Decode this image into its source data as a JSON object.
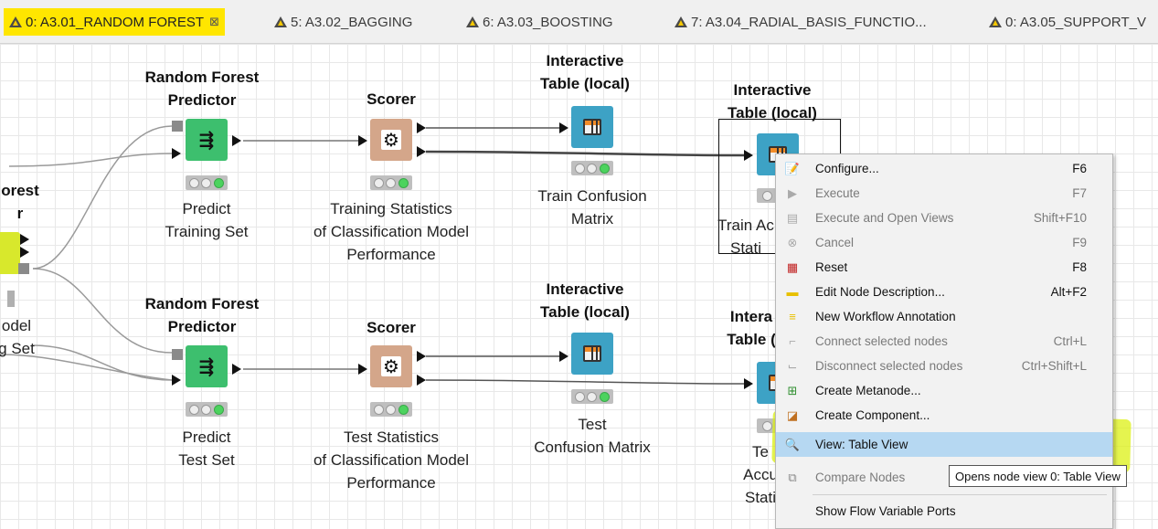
{
  "tabs": [
    {
      "label": "0: A3.01_RANDOM FOREST",
      "close": "⊠",
      "active": true
    },
    {
      "label": "5: A3.02_BAGGING"
    },
    {
      "label": "6: A3.03_BOOSTING"
    },
    {
      "label": "7: A3.04_RADIAL_BASIS_FUNCTIO..."
    },
    {
      "label": "0: A3.05_SUPPORT_V"
    }
  ],
  "nodes": {
    "learner": {
      "title1": "orest",
      "title2": "r",
      "desc1": "odel",
      "desc2": "g Set"
    },
    "predictor_top": {
      "title1": "Random Forest",
      "title2": "Predictor",
      "desc1": "Predict",
      "desc2": "Training Set"
    },
    "scorer_top": {
      "title": "Scorer",
      "desc1": "Training Statistics",
      "desc2": "of Classification Model",
      "desc3": "Performance"
    },
    "table_top": {
      "title1": "Interactive",
      "title2": "Table (local)",
      "desc1": "Train Confusion",
      "desc2": "Matrix"
    },
    "table_top_right": {
      "title1": "Interactive",
      "title2": "Table (local)",
      "desc1": "Train Ac",
      "desc2": "Stati"
    },
    "predictor_bottom": {
      "title1": "Random Forest",
      "title2": "Predictor",
      "desc1": "Predict",
      "desc2": "Test Set"
    },
    "scorer_bottom": {
      "title": "Scorer",
      "desc1": "Test Statistics",
      "desc2": "of Classification Model",
      "desc3": "Performance"
    },
    "table_bottom": {
      "title1": "Interactive",
      "title2": "Table (local)",
      "desc1": "Test",
      "desc2": "Confusion Matrix"
    },
    "table_bottom_right": {
      "title1": "Intera",
      "title2": "Table (",
      "desc1": "Te",
      "desc2": "Accu",
      "desc3": "Stati"
    }
  },
  "context_menu": {
    "items": [
      {
        "label": "Configure...",
        "key": "F6",
        "icon": "configure-icon",
        "enabled": true
      },
      {
        "label": "Execute",
        "key": "F7",
        "icon": "execute-icon",
        "enabled": false
      },
      {
        "label": "Execute and Open Views",
        "key": "Shift+F10",
        "icon": "execute-open-views-icon",
        "enabled": false
      },
      {
        "label": "Cancel",
        "key": "F9",
        "icon": "cancel-icon",
        "enabled": false
      },
      {
        "label": "Reset",
        "key": "F8",
        "icon": "reset-icon",
        "enabled": true
      },
      {
        "label": "Edit Node Description...",
        "key": "Alt+F2",
        "icon": "edit-description-icon",
        "enabled": true
      },
      {
        "label": "New Workflow Annotation",
        "key": "",
        "icon": "annotation-icon",
        "enabled": true
      },
      {
        "label": "Connect selected nodes",
        "key": "Ctrl+L",
        "icon": "connect-nodes-icon",
        "enabled": false
      },
      {
        "label": "Disconnect selected nodes",
        "key": "Ctrl+Shift+L",
        "icon": "disconnect-nodes-icon",
        "enabled": false
      },
      {
        "label": "Create Metanode...",
        "key": "",
        "icon": "metanode-icon",
        "enabled": true
      },
      {
        "label": "Create Component...",
        "key": "",
        "icon": "component-icon",
        "enabled": true
      },
      {
        "label": "View: Table View",
        "key": "",
        "icon": "view-magnifier-icon",
        "enabled": true,
        "highlighted": true
      },
      {
        "label": "Compare Nodes",
        "key": "",
        "icon": "compare-nodes-icon",
        "enabled": false
      },
      {
        "label": "Show Flow Variable Ports",
        "key": "",
        "icon": "",
        "enabled": true
      }
    ]
  },
  "tooltip": "Opens node view 0: Table View",
  "colors": {
    "active_tab": "#ffe600",
    "menu_highlight": "#b6d8f2",
    "marker_highlight": "#dcf014",
    "predictor_node": "#3dbf6e",
    "scorer_node": "#d4a68a",
    "table_node": "#3da2c5"
  }
}
